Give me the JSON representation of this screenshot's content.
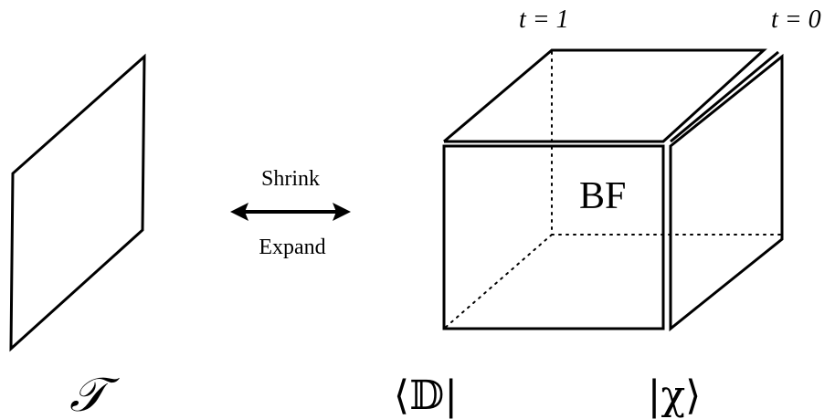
{
  "labels": {
    "t_one": "t = 1",
    "t_zero": "t = 0",
    "shrink": "Shrink",
    "expand": "Expand",
    "bf": "BF",
    "torus": "𝒯",
    "bra_d": "⟨𝔻|",
    "ket_chi": "|χ⟩"
  },
  "colors": {
    "stroke": "#000000",
    "background": "#ffffff"
  }
}
